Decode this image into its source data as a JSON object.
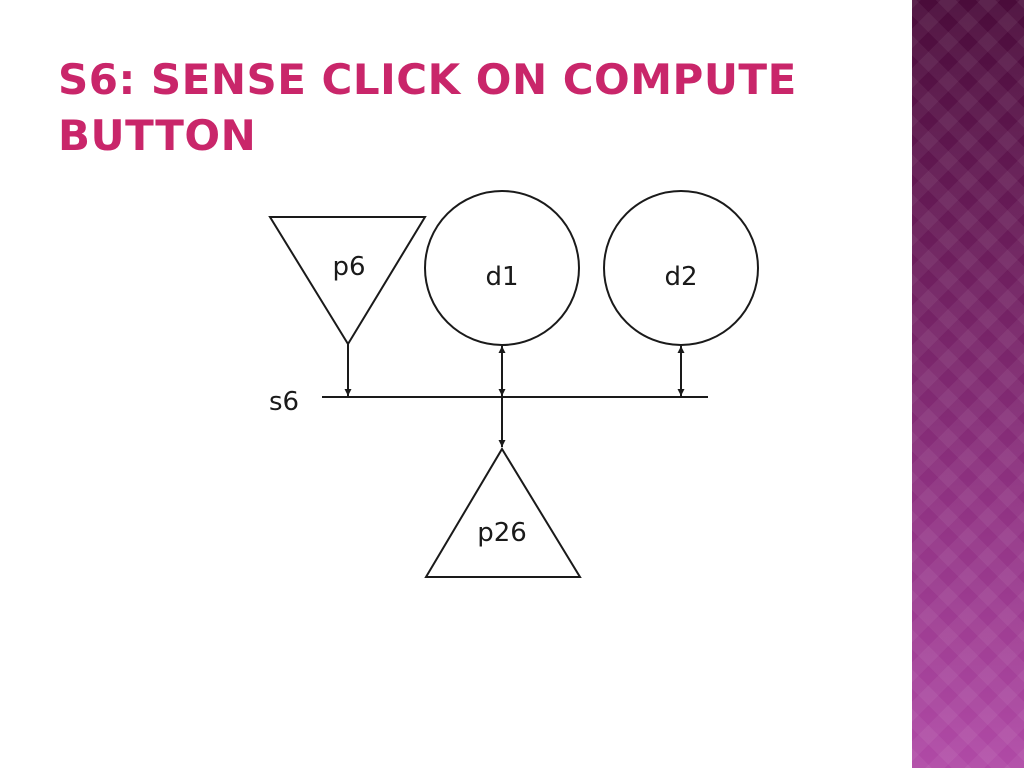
{
  "slide": {
    "title": "S6: SENSE CLICK ON COMPUTE BUTTON"
  },
  "colors": {
    "title": "#c9266a",
    "side_band_top": "#4a0c3a",
    "side_band_bottom": "#b04aa6",
    "diagram_stroke": "#1a1a1a"
  },
  "diagram": {
    "place_p6": "p6",
    "data_d1": "d1",
    "data_d2": "d2",
    "step_s6": "s6",
    "place_p26": "p26"
  }
}
